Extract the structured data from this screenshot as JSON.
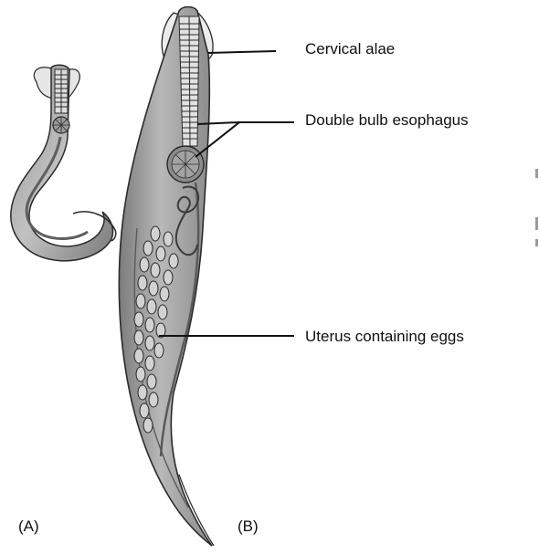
{
  "panels": {
    "a_label": "(A)",
    "b_label": "(B)"
  },
  "labels": {
    "cervical_alae": "Cervical alae",
    "double_bulb_esophagus": "Double bulb esophagus",
    "uterus_containing_eggs": "Uterus containing eggs"
  },
  "colors": {
    "body_fill": "#b3b3b3",
    "body_dark": "#6f6f6f",
    "alae_fill": "#e8e8e8",
    "outline": "#2a2a2a",
    "egg_fill": "#cfcfcf",
    "leader_line": "#111111"
  }
}
